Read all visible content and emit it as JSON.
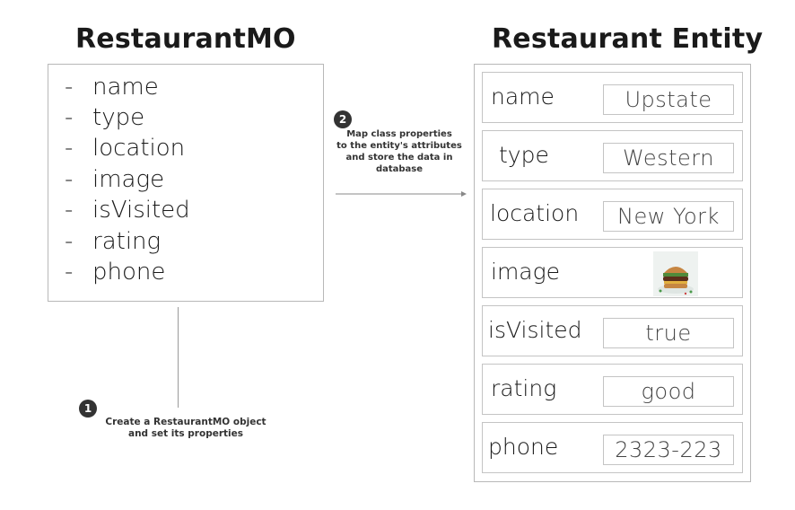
{
  "mo": {
    "title": "RestaurantMO",
    "dash": "-",
    "properties": [
      "name",
      "type",
      "location",
      "image",
      "isVisited",
      "rating",
      "phone"
    ]
  },
  "entity": {
    "title": "Restaurant Entity",
    "rows": [
      {
        "label": "name",
        "value": "Upstate"
      },
      {
        "label": "type",
        "value": "Western"
      },
      {
        "label": "location",
        "value": "New York"
      },
      {
        "label": "image",
        "value": "",
        "image_icon": "burger-photo-icon"
      },
      {
        "label": "isVisited",
        "value": "true"
      },
      {
        "label": "rating",
        "value": "good"
      },
      {
        "label": "phone",
        "value": "2323-223"
      }
    ]
  },
  "steps": [
    {
      "number": "1",
      "lines": [
        "Create a RestaurantMO object",
        "and set its properties"
      ]
    },
    {
      "number": "2",
      "lines": [
        "Map class properties",
        "to the entity's attributes",
        "and store the data in",
        "database"
      ]
    }
  ],
  "colors": {
    "badge": "#333333",
    "border": "#b8b8b8",
    "arrow": "#888888"
  }
}
